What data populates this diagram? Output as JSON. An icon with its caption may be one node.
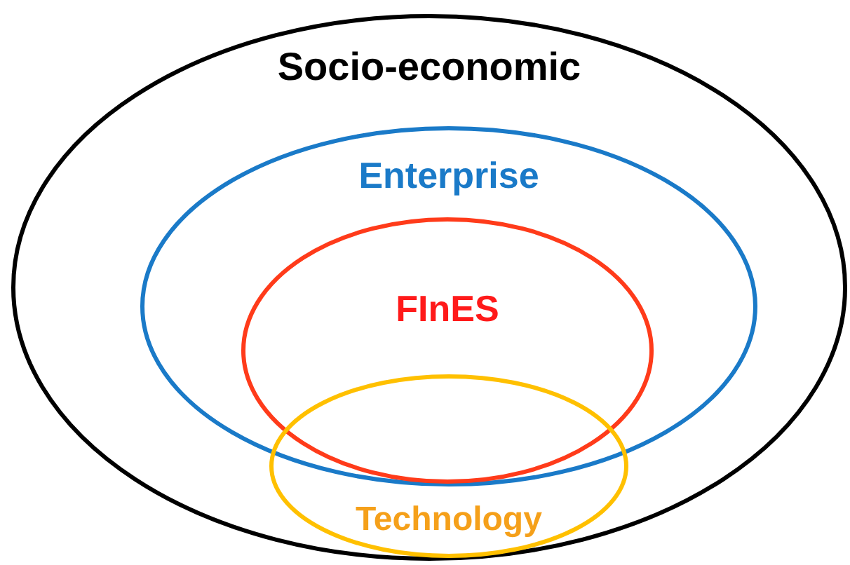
{
  "diagram": {
    "nodes": [
      {
        "text": [
          "Socio-economic"
        ]
      },
      {
        "text": [
          "Enterprise"
        ],
        "in": 0
      },
      {
        "text": [
          "FInES"
        ],
        "in": 1
      },
      {
        "text": [
          "Technology"
        ],
        "in": 0
      }
    ]
  }
}
